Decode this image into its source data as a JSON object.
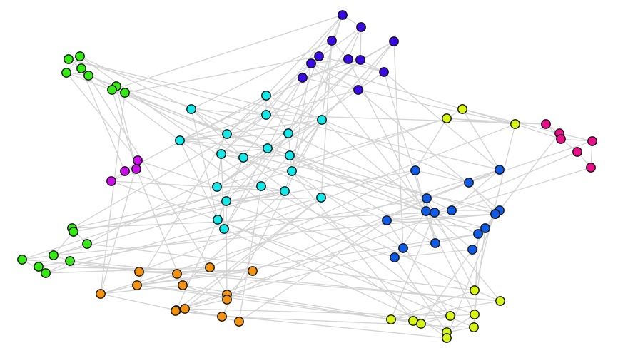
{
  "graph": {
    "colors": {
      "edge": "#d3d3d3",
      "node_outline": "#111111",
      "indigo": "#3a0ae6",
      "green": "#33ea12",
      "cyan": "#12e8ea",
      "magenta": "#cc0eea",
      "orange": "#f5930f",
      "yellow": "#d8f511",
      "blue": "#0f5be8",
      "pink": "#ea0e8a"
    },
    "nodes": [
      {
        "id": "i1",
        "group": "indigo"
      },
      {
        "id": "i2",
        "group": "indigo"
      },
      {
        "id": "i3",
        "group": "indigo"
      },
      {
        "id": "i4",
        "group": "indigo"
      },
      {
        "id": "i5",
        "group": "indigo"
      },
      {
        "id": "i6",
        "group": "indigo"
      },
      {
        "id": "i7",
        "group": "indigo"
      },
      {
        "id": "i8",
        "group": "indigo"
      },
      {
        "id": "i9",
        "group": "indigo"
      },
      {
        "id": "i10",
        "group": "indigo"
      },
      {
        "id": "i11",
        "group": "indigo"
      },
      {
        "id": "g1",
        "group": "green"
      },
      {
        "id": "g2",
        "group": "green"
      },
      {
        "id": "g3",
        "group": "green"
      },
      {
        "id": "g4",
        "group": "green"
      },
      {
        "id": "g5",
        "group": "green"
      },
      {
        "id": "g6",
        "group": "green"
      },
      {
        "id": "g7",
        "group": "green"
      },
      {
        "id": "g8",
        "group": "green"
      },
      {
        "id": "g9",
        "group": "green"
      },
      {
        "id": "g10",
        "group": "green"
      },
      {
        "id": "g11",
        "group": "green"
      },
      {
        "id": "g12",
        "group": "green"
      },
      {
        "id": "g13",
        "group": "green"
      },
      {
        "id": "g14",
        "group": "green"
      },
      {
        "id": "g15",
        "group": "green"
      },
      {
        "id": "g16",
        "group": "green"
      },
      {
        "id": "c1",
        "group": "cyan"
      },
      {
        "id": "c2",
        "group": "cyan"
      },
      {
        "id": "c3",
        "group": "cyan"
      },
      {
        "id": "c4",
        "group": "cyan"
      },
      {
        "id": "c5",
        "group": "cyan"
      },
      {
        "id": "c6",
        "group": "cyan"
      },
      {
        "id": "c7",
        "group": "cyan"
      },
      {
        "id": "c8",
        "group": "cyan"
      },
      {
        "id": "c9",
        "group": "cyan"
      },
      {
        "id": "c10",
        "group": "cyan"
      },
      {
        "id": "c11",
        "group": "cyan"
      },
      {
        "id": "c12",
        "group": "cyan"
      },
      {
        "id": "c13",
        "group": "cyan"
      },
      {
        "id": "c14",
        "group": "cyan"
      },
      {
        "id": "c15",
        "group": "cyan"
      },
      {
        "id": "c16",
        "group": "cyan"
      },
      {
        "id": "c17",
        "group": "cyan"
      },
      {
        "id": "c18",
        "group": "cyan"
      },
      {
        "id": "c19",
        "group": "cyan"
      },
      {
        "id": "m1",
        "group": "magenta"
      },
      {
        "id": "m2",
        "group": "magenta"
      },
      {
        "id": "m3",
        "group": "magenta"
      },
      {
        "id": "m4",
        "group": "magenta"
      },
      {
        "id": "o1",
        "group": "orange"
      },
      {
        "id": "o2",
        "group": "orange"
      },
      {
        "id": "o3",
        "group": "orange"
      },
      {
        "id": "o4",
        "group": "orange"
      },
      {
        "id": "o5",
        "group": "orange"
      },
      {
        "id": "o6",
        "group": "orange"
      },
      {
        "id": "o7",
        "group": "orange"
      },
      {
        "id": "o8",
        "group": "orange"
      },
      {
        "id": "o9",
        "group": "orange"
      },
      {
        "id": "o10",
        "group": "orange"
      },
      {
        "id": "o11",
        "group": "orange"
      },
      {
        "id": "o12",
        "group": "orange"
      },
      {
        "id": "o13",
        "group": "orange"
      },
      {
        "id": "o14",
        "group": "orange"
      },
      {
        "id": "y1",
        "group": "yellow"
      },
      {
        "id": "y2",
        "group": "yellow"
      },
      {
        "id": "y3",
        "group": "yellow"
      },
      {
        "id": "y4",
        "group": "yellow"
      },
      {
        "id": "y5",
        "group": "yellow"
      },
      {
        "id": "y6",
        "group": "yellow"
      },
      {
        "id": "y7",
        "group": "yellow"
      },
      {
        "id": "y8",
        "group": "yellow"
      },
      {
        "id": "y9",
        "group": "yellow"
      },
      {
        "id": "y10",
        "group": "yellow"
      },
      {
        "id": "y11",
        "group": "yellow"
      },
      {
        "id": "y12",
        "group": "yellow"
      },
      {
        "id": "y13",
        "group": "yellow"
      },
      {
        "id": "b1",
        "group": "blue"
      },
      {
        "id": "b2",
        "group": "blue"
      },
      {
        "id": "b3",
        "group": "blue"
      },
      {
        "id": "b4",
        "group": "blue"
      },
      {
        "id": "b5",
        "group": "blue"
      },
      {
        "id": "b6",
        "group": "blue"
      },
      {
        "id": "b7",
        "group": "blue"
      },
      {
        "id": "b8",
        "group": "blue"
      },
      {
        "id": "b9",
        "group": "blue"
      },
      {
        "id": "b10",
        "group": "blue"
      },
      {
        "id": "b11",
        "group": "blue"
      },
      {
        "id": "b12",
        "group": "blue"
      },
      {
        "id": "b13",
        "group": "blue"
      },
      {
        "id": "b14",
        "group": "blue"
      },
      {
        "id": "b15",
        "group": "blue"
      },
      {
        "id": "b16",
        "group": "blue"
      },
      {
        "id": "b17",
        "group": "blue"
      },
      {
        "id": "p1",
        "group": "pink"
      },
      {
        "id": "p2",
        "group": "pink"
      },
      {
        "id": "p3",
        "group": "pink"
      },
      {
        "id": "p4",
        "group": "pink"
      },
      {
        "id": "p5",
        "group": "pink"
      },
      {
        "id": "p6",
        "group": "pink"
      }
    ],
    "edges": [
      [
        "i1",
        "i2"
      ],
      [
        "i1",
        "i3"
      ],
      [
        "i2",
        "i5"
      ],
      [
        "i2",
        "i6"
      ],
      [
        "i2",
        "i8"
      ],
      [
        "i3",
        "i4"
      ],
      [
        "i3",
        "i5"
      ],
      [
        "i4",
        "i9"
      ],
      [
        "i5",
        "i8"
      ],
      [
        "i6",
        "i7"
      ],
      [
        "i6",
        "i9"
      ],
      [
        "i5",
        "i10"
      ],
      [
        "i6",
        "i10"
      ],
      [
        "i8",
        "i11"
      ],
      [
        "i9",
        "i11"
      ],
      [
        "i10",
        "i11"
      ],
      [
        "i7",
        "i11"
      ],
      [
        "i4",
        "i10"
      ],
      [
        "i5",
        "i6"
      ],
      [
        "i1",
        "c1"
      ],
      [
        "i1",
        "c2"
      ],
      [
        "i3",
        "c3"
      ],
      [
        "i4",
        "c4"
      ],
      [
        "i4",
        "c5"
      ],
      [
        "i5",
        "c6"
      ],
      [
        "i6",
        "c7"
      ],
      [
        "i7",
        "c10"
      ],
      [
        "i8",
        "c8"
      ],
      [
        "i9",
        "c9"
      ],
      [
        "i10",
        "c13"
      ],
      [
        "i11",
        "c2"
      ],
      [
        "i3",
        "c12"
      ],
      [
        "i2",
        "c5"
      ],
      [
        "i1",
        "c15"
      ],
      [
        "i6",
        "c16"
      ],
      [
        "i1",
        "g7"
      ],
      [
        "i4",
        "g8"
      ],
      [
        "i7",
        "g9"
      ],
      [
        "i3",
        "c17"
      ],
      [
        "i8",
        "c11"
      ],
      [
        "i9",
        "c7"
      ],
      [
        "i7",
        "c14"
      ],
      [
        "i8",
        "y2"
      ],
      [
        "i8",
        "b5"
      ],
      [
        "i11",
        "b8"
      ],
      [
        "i11",
        "y3"
      ],
      [
        "i10",
        "b3"
      ],
      [
        "i10",
        "b13"
      ],
      [
        "i7",
        "b14"
      ],
      [
        "i5",
        "y10"
      ],
      [
        "g1",
        "g2"
      ],
      [
        "g1",
        "g3"
      ],
      [
        "g2",
        "g4"
      ],
      [
        "g3",
        "g5"
      ],
      [
        "g4",
        "g5"
      ],
      [
        "g5",
        "g6"
      ],
      [
        "g6",
        "g7"
      ],
      [
        "g6",
        "g8"
      ],
      [
        "g7",
        "g8"
      ],
      [
        "g3",
        "g7"
      ],
      [
        "g9",
        "g10"
      ],
      [
        "g9",
        "g11"
      ],
      [
        "g10",
        "g12"
      ],
      [
        "g12",
        "g13"
      ],
      [
        "g12",
        "g14"
      ],
      [
        "g13",
        "g15"
      ],
      [
        "g14",
        "g16"
      ],
      [
        "g13",
        "g16"
      ],
      [
        "g11",
        "g12"
      ],
      [
        "g15",
        "g16"
      ],
      [
        "g1",
        "c2"
      ],
      [
        "g2",
        "c3"
      ],
      [
        "g4",
        "c4"
      ],
      [
        "g5",
        "c4"
      ],
      [
        "g6",
        "c5"
      ],
      [
        "g7",
        "c6"
      ],
      [
        "g8",
        "c7"
      ],
      [
        "g8",
        "c9"
      ],
      [
        "g1",
        "c12"
      ],
      [
        "g2",
        "c14"
      ],
      [
        "g3",
        "m3"
      ],
      [
        "g4",
        "m1"
      ],
      [
        "g6",
        "m2"
      ],
      [
        "g7",
        "m2"
      ],
      [
        "g8",
        "o5"
      ],
      [
        "g5",
        "o8"
      ],
      [
        "g9",
        "c14"
      ],
      [
        "g10",
        "c15"
      ],
      [
        "g10",
        "b1"
      ],
      [
        "g11",
        "c12"
      ],
      [
        "g12",
        "c15"
      ],
      [
        "g13",
        "o1"
      ],
      [
        "g14",
        "o2"
      ],
      [
        "g15",
        "b4"
      ],
      [
        "g16",
        "o3"
      ],
      [
        "g11",
        "y4"
      ],
      [
        "g13",
        "y5"
      ],
      [
        "g9",
        "b6"
      ],
      [
        "g14",
        "y1"
      ],
      [
        "g12",
        "b9"
      ],
      [
        "g15",
        "o4"
      ],
      [
        "g16",
        "c17"
      ],
      [
        "c1",
        "c2"
      ],
      [
        "c1",
        "c5"
      ],
      [
        "c2",
        "c3"
      ],
      [
        "c3",
        "c4"
      ],
      [
        "c4",
        "c6"
      ],
      [
        "c5",
        "c6"
      ],
      [
        "c6",
        "c7"
      ],
      [
        "c7",
        "c8"
      ],
      [
        "c8",
        "c9"
      ],
      [
        "c9",
        "c10"
      ],
      [
        "c10",
        "c11"
      ],
      [
        "c11",
        "c12"
      ],
      [
        "c12",
        "c13"
      ],
      [
        "c13",
        "c14"
      ],
      [
        "c14",
        "c15"
      ],
      [
        "c15",
        "c16"
      ],
      [
        "c16",
        "c17"
      ],
      [
        "c2",
        "c8"
      ],
      [
        "c4",
        "c10"
      ],
      [
        "c5",
        "c11"
      ],
      [
        "c6",
        "c12"
      ],
      [
        "c7",
        "c13"
      ],
      [
        "c3",
        "c9"
      ],
      [
        "c1",
        "c4"
      ],
      [
        "c2",
        "c6"
      ],
      [
        "c8",
        "c13"
      ],
      [
        "c18",
        "c6"
      ],
      [
        "c18",
        "c9"
      ],
      [
        "c19",
        "c7"
      ],
      [
        "c19",
        "c8"
      ],
      [
        "c3",
        "c18"
      ],
      [
        "c5",
        "c19"
      ],
      [
        "c1",
        "b2"
      ],
      [
        "c2",
        "b3"
      ],
      [
        "c4",
        "b5"
      ],
      [
        "c6",
        "b8"
      ],
      [
        "c9",
        "b10"
      ],
      [
        "c10",
        "b12"
      ],
      [
        "c11",
        "b14"
      ],
      [
        "c12",
        "b16"
      ],
      [
        "c13",
        "y1"
      ],
      [
        "c14",
        "y4"
      ],
      [
        "c15",
        "o7"
      ],
      [
        "c16",
        "o9"
      ],
      [
        "c17",
        "o11"
      ],
      [
        "c18",
        "y11"
      ],
      [
        "c19",
        "y12"
      ],
      [
        "c3",
        "b6"
      ],
      [
        "c5",
        "b7"
      ],
      [
        "c7",
        "b9"
      ],
      [
        "c8",
        "b11"
      ],
      [
        "c10",
        "b13"
      ],
      [
        "c9",
        "y9"
      ],
      [
        "c11",
        "y7"
      ],
      [
        "c6",
        "y13"
      ],
      [
        "c4",
        "o6"
      ],
      [
        "c12",
        "o12"
      ],
      [
        "c14",
        "o13"
      ],
      [
        "c16",
        "o10"
      ],
      [
        "c17",
        "o14"
      ],
      [
        "c15",
        "m4"
      ],
      [
        "c1",
        "m3"
      ],
      [
        "c13",
        "m1"
      ],
      [
        "c2",
        "p1"
      ],
      [
        "m1",
        "m2"
      ],
      [
        "m1",
        "m3"
      ],
      [
        "m3",
        "m4"
      ],
      [
        "m2",
        "m4"
      ],
      [
        "m1",
        "o5"
      ],
      [
        "m2",
        "o7"
      ],
      [
        "m3",
        "b15"
      ],
      [
        "m4",
        "y10"
      ],
      [
        "o1",
        "o2"
      ],
      [
        "o1",
        "o4"
      ],
      [
        "o2",
        "o3"
      ],
      [
        "o3",
        "o5"
      ],
      [
        "o4",
        "o6"
      ],
      [
        "o5",
        "o7"
      ],
      [
        "o6",
        "o8"
      ],
      [
        "o7",
        "o9"
      ],
      [
        "o8",
        "o10"
      ],
      [
        "o9",
        "o11"
      ],
      [
        "o10",
        "o12"
      ],
      [
        "o11",
        "o13"
      ],
      [
        "o12",
        "o14"
      ],
      [
        "o2",
        "o6"
      ],
      [
        "o4",
        "o8"
      ],
      [
        "o5",
        "o10"
      ],
      [
        "o1",
        "y3"
      ],
      [
        "o2",
        "y5"
      ],
      [
        "o3",
        "b1"
      ],
      [
        "o4",
        "b2"
      ],
      [
        "o5",
        "b3"
      ],
      [
        "o6",
        "y6"
      ],
      [
        "o7",
        "y7"
      ],
      [
        "o8",
        "y8"
      ],
      [
        "o9",
        "b4"
      ],
      [
        "o10",
        "b7"
      ],
      [
        "o11",
        "y9"
      ],
      [
        "o12",
        "y11"
      ],
      [
        "o13",
        "b10"
      ],
      [
        "o14",
        "y13"
      ],
      [
        "o6",
        "b12"
      ],
      [
        "o8",
        "b14"
      ],
      [
        "y1",
        "y2"
      ],
      [
        "y2",
        "y3"
      ],
      [
        "y3",
        "y4"
      ],
      [
        "y4",
        "y5"
      ],
      [
        "y5",
        "y6"
      ],
      [
        "y6",
        "y7"
      ],
      [
        "y7",
        "y8"
      ],
      [
        "y8",
        "y9"
      ],
      [
        "y9",
        "y10"
      ],
      [
        "y10",
        "y11"
      ],
      [
        "y11",
        "y12"
      ],
      [
        "y12",
        "y13"
      ],
      [
        "y1",
        "y3"
      ],
      [
        "y4",
        "y6"
      ],
      [
        "y7",
        "y9"
      ],
      [
        "y10",
        "y12"
      ],
      [
        "y1",
        "p1"
      ],
      [
        "y2",
        "p2"
      ],
      [
        "y3",
        "p3"
      ],
      [
        "y4",
        "b4"
      ],
      [
        "y5",
        "b5"
      ],
      [
        "y6",
        "b6"
      ],
      [
        "y8",
        "b8"
      ],
      [
        "y9",
        "b10"
      ],
      [
        "y10",
        "b11"
      ],
      [
        "y11",
        "b12"
      ],
      [
        "y12",
        "b15"
      ],
      [
        "y13",
        "b17"
      ],
      [
        "y2",
        "b3"
      ],
      [
        "y1",
        "b1"
      ],
      [
        "b1",
        "b2"
      ],
      [
        "b2",
        "b3"
      ],
      [
        "b3",
        "b4"
      ],
      [
        "b4",
        "b5"
      ],
      [
        "b5",
        "b6"
      ],
      [
        "b6",
        "b7"
      ],
      [
        "b7",
        "b8"
      ],
      [
        "b8",
        "b9"
      ],
      [
        "b9",
        "b10"
      ],
      [
        "b10",
        "b11"
      ],
      [
        "b11",
        "b12"
      ],
      [
        "b12",
        "b13"
      ],
      [
        "b13",
        "b14"
      ],
      [
        "b14",
        "b15"
      ],
      [
        "b15",
        "b16"
      ],
      [
        "b16",
        "b17"
      ],
      [
        "b1",
        "b5"
      ],
      [
        "b3",
        "b7"
      ],
      [
        "b6",
        "b10"
      ],
      [
        "b8",
        "b12"
      ],
      [
        "b2",
        "b9"
      ],
      [
        "b4",
        "b13"
      ],
      [
        "b5",
        "b15"
      ],
      [
        "b9",
        "b16"
      ],
      [
        "b2",
        "p4"
      ],
      [
        "b6",
        "p5"
      ],
      [
        "b7",
        "p6"
      ],
      [
        "b11",
        "p2"
      ],
      [
        "p1",
        "p2"
      ],
      [
        "p1",
        "p3"
      ],
      [
        "p2",
        "p4"
      ],
      [
        "p3",
        "p4"
      ],
      [
        "p3",
        "p5"
      ],
      [
        "p4",
        "p6"
      ],
      [
        "p5",
        "p6"
      ]
    ]
  }
}
